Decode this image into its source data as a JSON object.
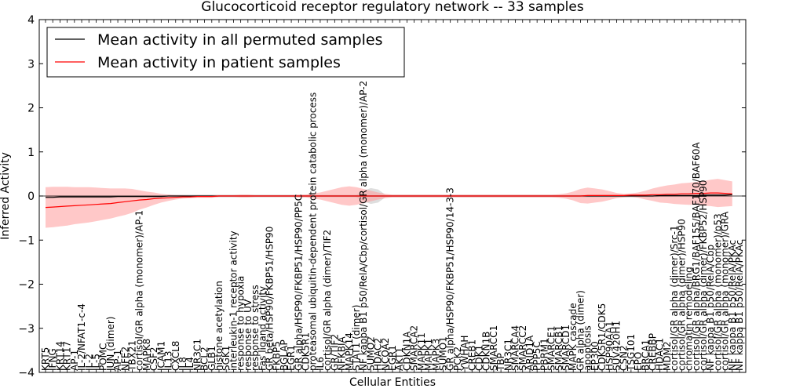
{
  "chart_data": {
    "type": "line",
    "title": "Glucocorticoid receptor regulatory network -- 33 samples",
    "xlabel": "Cellular Entities",
    "ylabel": "Inferred Activity",
    "ylim": [
      -4,
      4
    ],
    "yticks": [
      -4,
      -3,
      -2,
      -1,
      0,
      1,
      2,
      3,
      4
    ],
    "ytick_labels": [
      "−4",
      "−3",
      "−2",
      "−1",
      "0",
      "1",
      "2",
      "3",
      "4"
    ],
    "grid": false,
    "legend_position": "top-left",
    "categories": [
      "KRT5",
      "IFNG",
      "KRT14",
      "KRT17",
      "AP-1",
      "IL-2/NFAT1-c-4",
      "IL-2",
      "IL-5",
      "POMC",
      "JUN (dimer)",
      "AP-1",
      "NFE2",
      "TBX21",
      "cortisol/GR alpha (monomer)/AP-1",
      "MAPK8",
      "CSF2",
      "ICAM1",
      "IL13",
      "CXCL8",
      "IL8",
      "IL4",
      "NR3C1",
      "BCL2",
      "GLB1",
      "histone acetylation",
      "SGK1",
      "interleukin-1 receptor activity",
      "response to hypoxia",
      "response to UV",
      "response to stress",
      "Fas ligand activity",
      "GR beta/HSP90/FKBP51/HSP90",
      "FKBP5",
      "BGLAP",
      "EGR1",
      "GR alpha/HSP90/FKBP51/HSP90/PP5C",
      "CDK5R1",
      "proteasomal ubiquitin-dependent protein catabolic process",
      "IL6",
      "cortisol/GR alpha (dimer)/TIF2",
      "GR/TIF2",
      "NFKBIA",
      "MAPK14",
      "STAT1 (dimer)",
      "NF kappa B1 p50/RelA/Cbp/cortisol/GR alpha (monomer)/AP-2",
      "SUMO2",
      "HDAC2",
      "NCOA2",
      "EGR1",
      "AKT1",
      "CDKN1A",
      "SMARCA2",
      "MAPK11",
      "MAPK1",
      "MAPK3",
      "SUMO1",
      "GR alpha/HSP90/FKBP51/HSP90/14-3-3",
      "PCK2",
      "YWHAH",
      "CREB1",
      "CDK1",
      "CDKN1B",
      "SMARCC1",
      "TBP",
      "NR3C1",
      "SMARCA4",
      "SMARCC2",
      "ARID1A",
      "PPP5C",
      "PBRM1",
      "SMARCE1",
      "SMARCB1",
      "SMARCD1",
      "MAPK cascade",
      "GR alpha (dimer)",
      "apoptosis",
      "EP300",
      "CDK5R1/CDK5",
      "HSP90AA1",
      "SUV420H1",
      "CSN2",
      "TSG101",
      "EPO",
      "BRCA1",
      "CREBBP",
      "HDAC1",
      "MDM2",
      "cortisol/GR alpha (dimer)/Src-1",
      "cortisol/GR alpha (dimer)/HSP90",
      "chromatin remodeling",
      "cortisol/GR alpha/BRG1/BAF155/BAF170/BAF60A",
      "cortisol/GR alpha (dimer)/FKBP52/HSP90",
      "NF kappa B1 p50/RelA/Cbp",
      "cortisol/GR alpha (monomer)/p53",
      "cortisol/GR alpha (monomer)/GRA",
      "NF kappa B1 p50/RelA/PKAc",
      "NF kappa B1 p50/RelA/PKAc"
    ],
    "series": [
      {
        "name": "Mean activity in all permuted samples",
        "color": "#000000",
        "values": [
          -0.03,
          -0.03,
          -0.02,
          -0.02,
          -0.02,
          -0.02,
          -0.02,
          -0.02,
          -0.02,
          -0.02,
          -0.01,
          -0.01,
          -0.01,
          -0.01,
          -0.01,
          -0.01,
          -0.01,
          0.0,
          0.0,
          0.0,
          0.0,
          0.0,
          0.0,
          0.0,
          0.0,
          0.0,
          0.0,
          0.0,
          0.0,
          0.0,
          0.0,
          0.0,
          0.0,
          0.0,
          0.0,
          0.0,
          0.0,
          0.0,
          0.0,
          0.0,
          0.0,
          0.0,
          0.0,
          0.0,
          0.0,
          0.0,
          0.0,
          0.0,
          0.0,
          0.0,
          0.0,
          0.0,
          0.0,
          0.0,
          0.0,
          0.0,
          0.0,
          0.0,
          0.0,
          0.0,
          0.0,
          0.0,
          0.0,
          0.0,
          0.0,
          0.0,
          0.0,
          0.0,
          0.0,
          0.0,
          0.0,
          0.0,
          0.0,
          0.0,
          0.0,
          0.0,
          0.0,
          0.0,
          0.0,
          0.0,
          0.0,
          0.0,
          0.0,
          0.0,
          0.0,
          0.01,
          0.01,
          0.01,
          0.01,
          0.01,
          0.01,
          0.02,
          0.02,
          0.02,
          0.02,
          0.03
        ],
        "band": [
          0.03,
          0.03,
          0.03,
          0.03,
          0.03,
          0.03,
          0.03,
          0.03,
          0.03,
          0.03,
          0.03,
          0.03,
          0.03,
          0.03,
          0.03,
          0.03,
          0.03,
          0.03,
          0.03,
          0.03,
          0.03,
          0.03,
          0.03,
          0.03,
          0.03,
          0.03,
          0.03,
          0.03,
          0.03,
          0.03,
          0.03,
          0.03,
          0.03,
          0.03,
          0.03,
          0.03,
          0.03,
          0.03,
          0.03,
          0.03,
          0.03,
          0.03,
          0.03,
          0.03,
          0.12,
          0.18,
          0.15,
          0.03,
          0.03,
          0.03,
          0.03,
          0.03,
          0.03,
          0.03,
          0.03,
          0.03,
          0.03,
          0.03,
          0.03,
          0.03,
          0.03,
          0.03,
          0.03,
          0.03,
          0.03,
          0.03,
          0.03,
          0.03,
          0.03,
          0.03,
          0.03,
          0.03,
          0.03,
          0.03,
          0.03,
          0.03,
          0.03,
          0.03,
          0.03,
          0.03,
          0.03,
          0.03,
          0.03,
          0.03,
          0.03,
          0.03,
          0.03,
          0.03,
          0.03,
          0.03,
          0.03,
          0.03,
          0.03,
          0.03,
          0.03,
          0.03
        ],
        "band_color": "#a0a0a0"
      },
      {
        "name": "Mean activity in patient samples",
        "color": "#ff0000",
        "values": [
          -0.26,
          -0.25,
          -0.24,
          -0.23,
          -0.22,
          -0.21,
          -0.2,
          -0.19,
          -0.18,
          -0.17,
          -0.15,
          -0.13,
          -0.11,
          -0.09,
          -0.08,
          -0.06,
          -0.05,
          -0.04,
          -0.03,
          -0.02,
          -0.02,
          -0.01,
          -0.01,
          -0.01,
          0.0,
          0.0,
          0.0,
          0.0,
          0.0,
          0.0,
          0.0,
          0.0,
          0.0,
          0.0,
          0.0,
          0.0,
          0.0,
          0.0,
          0.0,
          0.0,
          0.0,
          0.0,
          0.0,
          0.0,
          0.0,
          0.0,
          0.0,
          0.0,
          0.0,
          0.0,
          0.0,
          0.0,
          0.0,
          0.0,
          0.0,
          0.0,
          0.0,
          0.0,
          0.0,
          0.0,
          0.0,
          0.0,
          0.0,
          0.0,
          0.0,
          0.0,
          0.0,
          0.0,
          0.0,
          0.0,
          0.0,
          0.0,
          0.0,
          0.0,
          0.0,
          0.01,
          0.01,
          0.01,
          0.01,
          0.01,
          0.01,
          0.02,
          0.02,
          0.02,
          0.03,
          0.03,
          0.04,
          0.04,
          0.05,
          0.05,
          0.06,
          0.06,
          0.07,
          0.07,
          0.06,
          0.05
        ],
        "band": [
          0.46,
          0.46,
          0.45,
          0.44,
          0.42,
          0.41,
          0.4,
          0.38,
          0.36,
          0.34,
          0.32,
          0.3,
          0.27,
          0.22,
          0.18,
          0.14,
          0.1,
          0.07,
          0.05,
          0.04,
          0.03,
          0.03,
          0.03,
          0.03,
          0.02,
          0.02,
          0.02,
          0.03,
          0.03,
          0.02,
          0.02,
          0.02,
          0.02,
          0.02,
          0.02,
          0.03,
          0.03,
          0.06,
          0.08,
          0.12,
          0.16,
          0.2,
          0.22,
          0.2,
          0.16,
          0.12,
          0.08,
          0.05,
          0.03,
          0.03,
          0.03,
          0.03,
          0.03,
          0.03,
          0.03,
          0.03,
          0.03,
          0.03,
          0.03,
          0.03,
          0.03,
          0.03,
          0.03,
          0.03,
          0.03,
          0.03,
          0.03,
          0.03,
          0.03,
          0.03,
          0.03,
          0.04,
          0.06,
          0.1,
          0.16,
          0.18,
          0.16,
          0.14,
          0.1,
          0.06,
          0.04,
          0.04,
          0.06,
          0.1,
          0.14,
          0.18,
          0.2,
          0.22,
          0.24,
          0.25,
          0.26,
          0.28,
          0.3,
          0.32,
          0.3,
          0.28
        ],
        "band_color": "#ff9a9a"
      }
    ]
  }
}
